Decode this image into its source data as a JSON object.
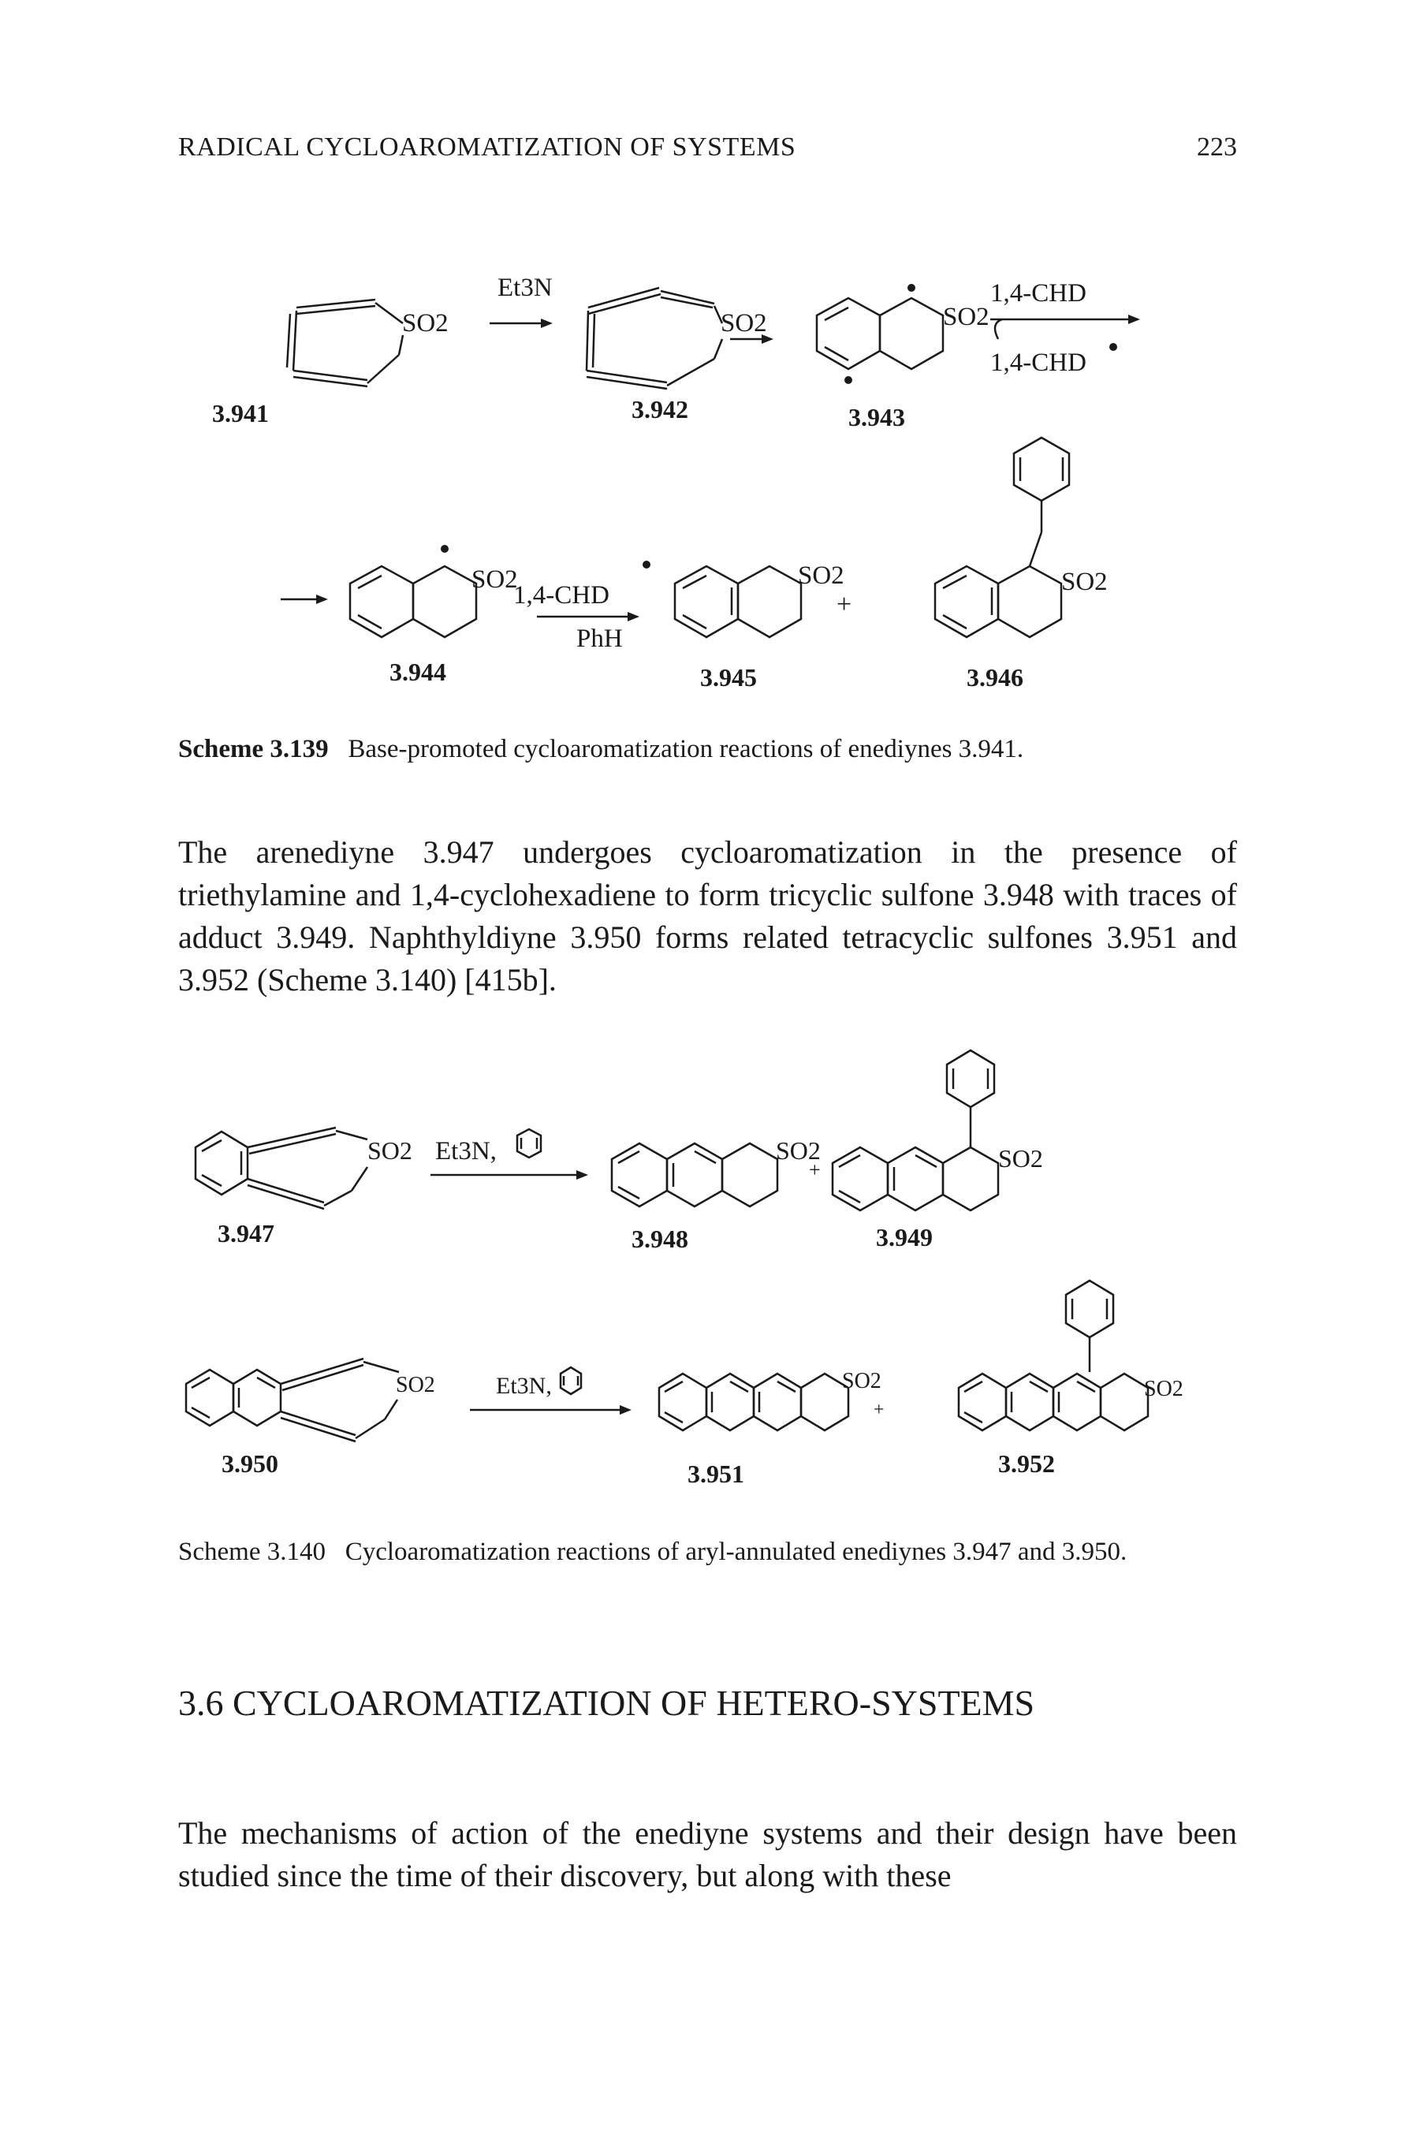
{
  "header": {
    "running_head": "RADICAL CYCLOAROMATIZATION OF SYSTEMS",
    "page_number": "223"
  },
  "scheme1": {
    "compounds": [
      "3.941",
      "3.942",
      "3.943",
      "3.944",
      "3.945",
      "3.946"
    ],
    "so2": "SO2",
    "reagents": {
      "base": "Et3N",
      "donor": "1,4-CHD",
      "solvent": "PhH"
    },
    "plus": "+"
  },
  "caption1": {
    "label": "Scheme 3.139",
    "text": "Base-promoted cycloaromatization reactions of enediynes 3.941."
  },
  "paragraph1": "The arenediyne 3.947 undergoes cycloaromatization in the presence of triethylamine and 1,4-cyclohexadiene to form tricyclic sulfone 3.948 with traces of adduct 3.949. Naphthyldiyne 3.950 forms related tetracyclic sulfones 3.951 and 3.952 (Scheme 3.140) [415b].",
  "scheme2": {
    "compounds": [
      "3.947",
      "3.948",
      "3.949",
      "3.950",
      "3.951",
      "3.952"
    ],
    "so2": "SO2",
    "reagent": "Et3N,",
    "plus": "+"
  },
  "caption2": {
    "label": "Scheme 3.140",
    "text": "Cycloaromatization reactions of aryl-annulated enediynes 3.947 and 3.950."
  },
  "section": {
    "number": "3.6",
    "title": "CYCLOAROMATIZATION OF HETERO-SYSTEMS"
  },
  "paragraph2": "The mechanisms of action of the enediyne systems and their design have been studied since the time of their discovery, but along with these"
}
